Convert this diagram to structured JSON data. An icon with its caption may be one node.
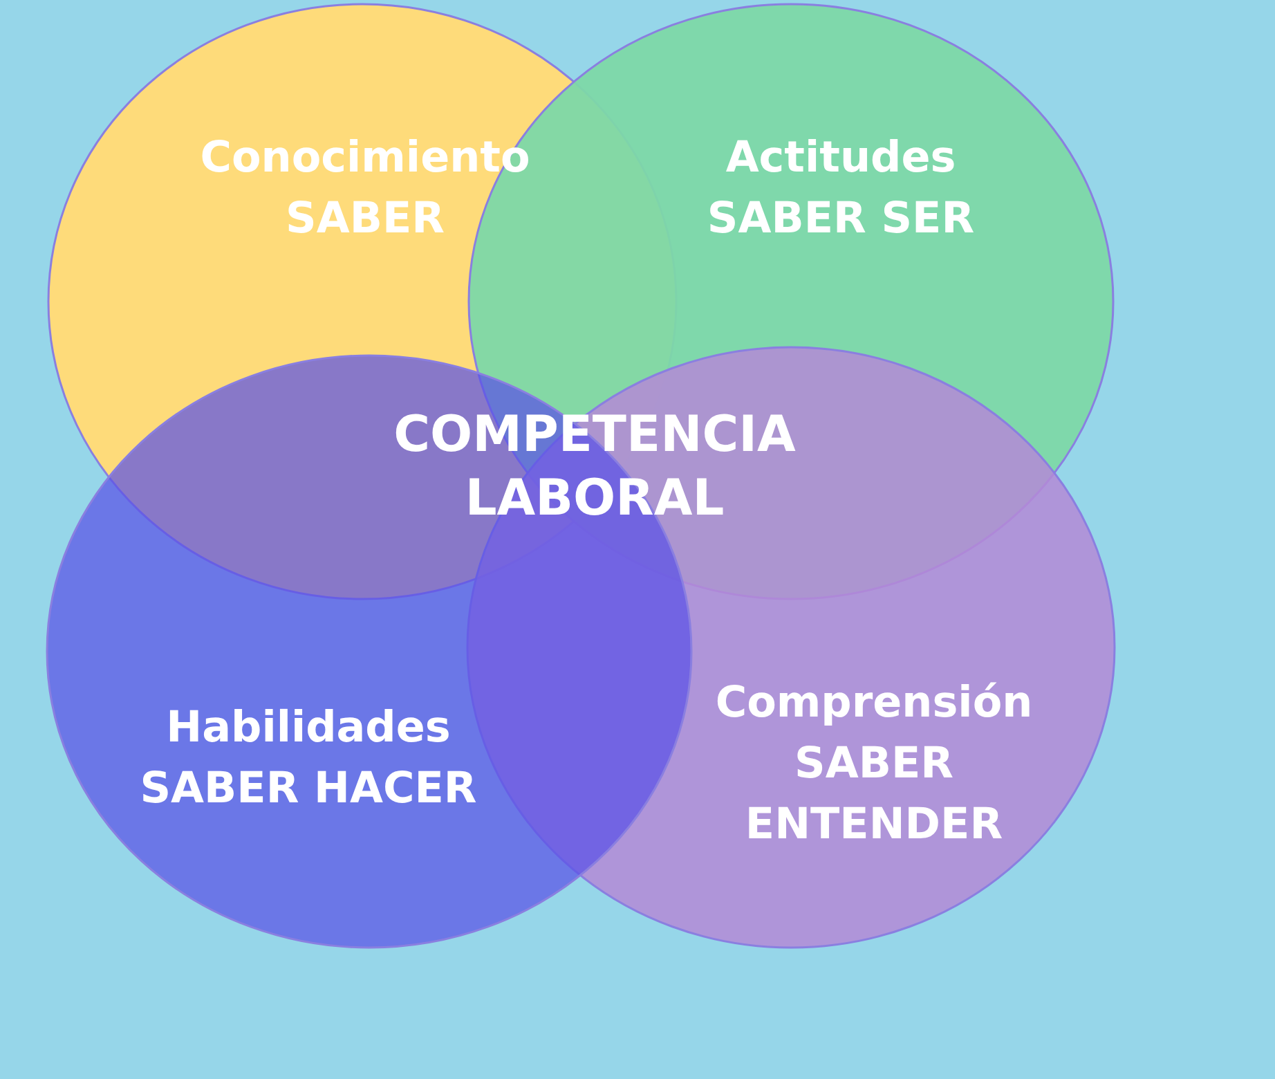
{
  "diagram": {
    "nodes": [
      {
        "text": [
          "Conocimiento",
          "SABER"
        ]
      },
      {
        "text": [
          "Actitudes",
          "SABER SER"
        ]
      },
      {
        "text": [
          "Habilidades",
          "SABER HACER"
        ]
      },
      {
        "text": [
          "Comprensión",
          "SABER ENTENDER"
        ]
      },
      {
        "text": [
          "COMPETENCIA LABORAL"
        ]
      }
    ],
    "edges": []
  }
}
